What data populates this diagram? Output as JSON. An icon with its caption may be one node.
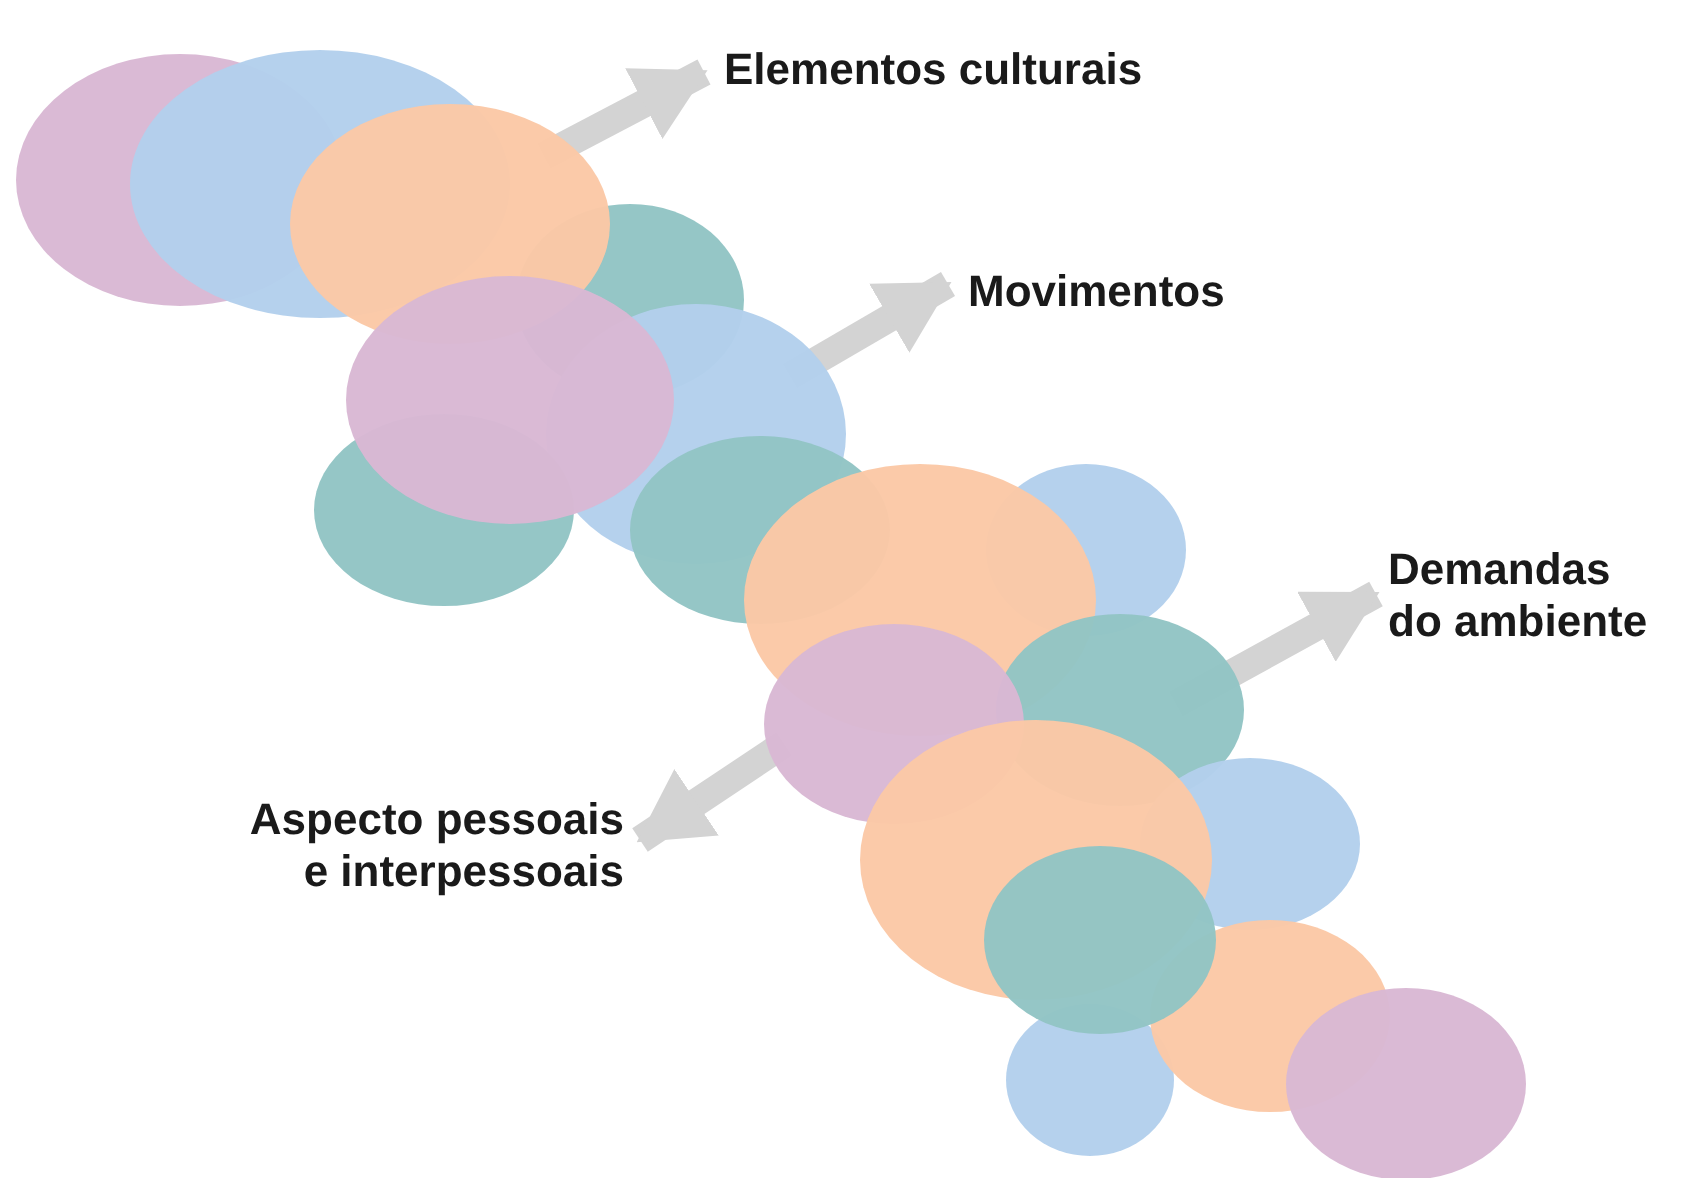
{
  "diagram": {
    "nodes": [
      {
        "text": [
          "Elementos culturais"
        ]
      },
      {
        "text": [
          "Movimentos"
        ]
      },
      {
        "text": [
          "Demandas do ambiente"
        ]
      },
      {
        "text": [
          "Aspecto pessoais e interpessoais"
        ]
      }
    ],
    "edges": [
      {
        "from": null,
        "to": 0,
        "arrow": "to"
      },
      {
        "from": null,
        "to": 1,
        "arrow": "to"
      },
      {
        "from": null,
        "to": 2,
        "arrow": "to"
      },
      {
        "from": null,
        "to": 3,
        "arrow": "to"
      }
    ]
  }
}
